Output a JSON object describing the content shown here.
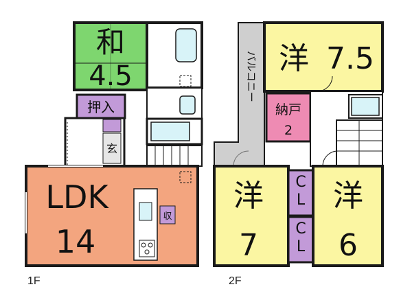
{
  "colors": {
    "washitsu": "#7ed66f",
    "oshiire": "#c29ad8",
    "genkan_accent": "#c29ad8",
    "ldk": "#f3a57f",
    "yoshitsu": "#fbf6a2",
    "closet": "#c29ad8",
    "nando": "#ee8bb3",
    "balcony": "#cfcfcf",
    "wet_area": "#d8f3f8",
    "wall": "#1a1a1a"
  },
  "floor1": {
    "label": "1F",
    "rooms": {
      "washitsu_name": "和",
      "washitsu_size": "4.5",
      "oshiire": "押入",
      "genkan": "玄",
      "ldk_name": "LDK",
      "ldk_size": "14",
      "storage": "収"
    }
  },
  "floor2": {
    "label": "2F",
    "rooms": {
      "balcony": "バルコニー",
      "western_a_name": "洋",
      "western_a_size": "7.5",
      "nando_name": "納戸",
      "nando_size": "2",
      "western_b_name": "洋",
      "western_b_size": "7",
      "western_c_name": "洋",
      "western_c_size": "6",
      "closet_top": "CL",
      "closet_bottom": "CL"
    }
  }
}
